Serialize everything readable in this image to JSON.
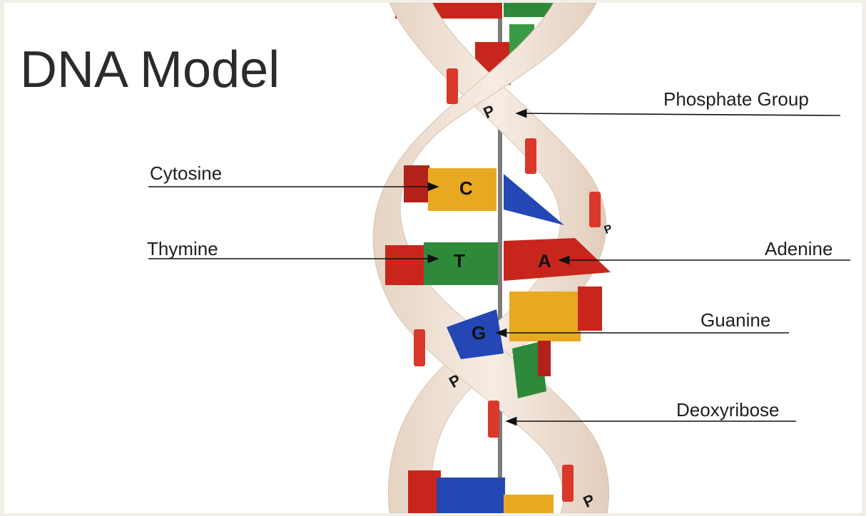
{
  "slide": {
    "title": "DNA Model"
  },
  "labels": {
    "phosphate": "Phosphate Group",
    "cytosine": "Cytosine",
    "thymine": "Thymine",
    "adenine": "Adenine",
    "guanine": "Guanine",
    "deoxyribose": "Deoxyribose"
  },
  "bases": {
    "c": "C",
    "t": "T",
    "a": "A",
    "g": "G"
  },
  "marks": {
    "p": "P"
  },
  "colors": {
    "cytosine": "#e8a922",
    "thymine": "#2e8a3a",
    "adenine": "#c8261c",
    "guanine": "#2447b5",
    "backbone": "#f1e3d6",
    "deoxyribose": "#d9382a"
  }
}
